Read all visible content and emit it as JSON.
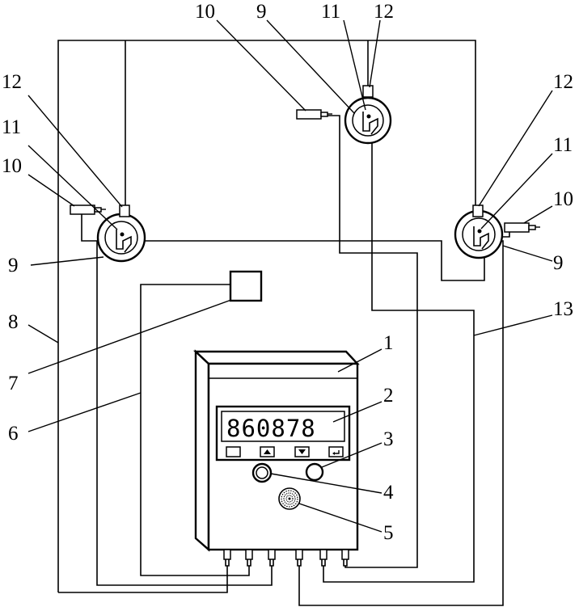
{
  "display": {
    "reading": "860878"
  },
  "callouts": {
    "n1": "1",
    "n2": "2",
    "n3": "3",
    "n4": "4",
    "n5": "5",
    "n6": "6",
    "n7": "7",
    "n8": "8",
    "n9": "9",
    "n10": "10",
    "n11": "11",
    "n12": "12",
    "n13": "13"
  },
  "buttons": [
    "blank-button",
    "up-arrow-button",
    "down-arrow-button",
    "return-button"
  ],
  "colors": {
    "line": "#000000",
    "background": "#ffffff"
  }
}
